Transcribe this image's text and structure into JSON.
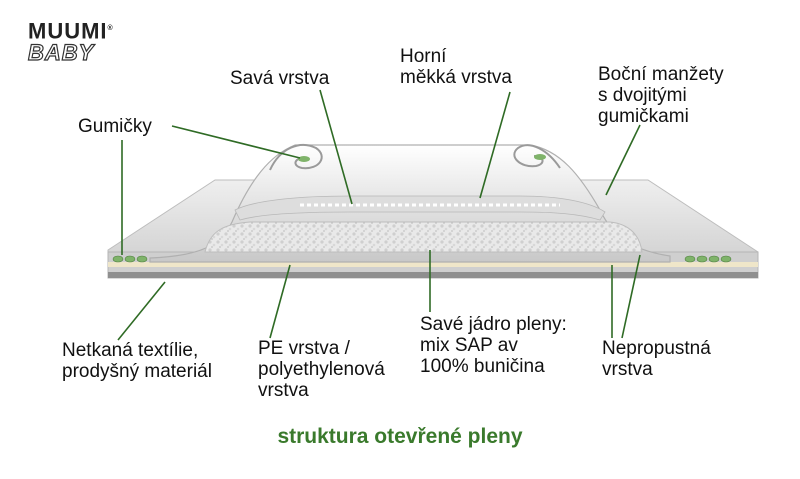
{
  "logo": {
    "line1": "MUUMI",
    "line2": "BABY",
    "mark": "®"
  },
  "labels": {
    "gumicky": "Gumičky",
    "sava_vrstva": "Savá vrstva",
    "horni_mekka": "Horní\nměkká vrstva",
    "bocni_manzety": "Boční manžety\ns dvojitými\ngumičkami",
    "netkana": "Netkaná textílie,\nprodyšný materiál",
    "pe_vrstva": "PE vrstva /\npolyethylenová\nvrstva",
    "save_jadro": "Savé jádro pleny:\nmix SAP av\n100% buničina",
    "nepropustna": "Nepropustná\nvrstva"
  },
  "caption": "struktura otevřené pleny",
  "colors": {
    "caption_green": "#3a7a2c",
    "pointer_green": "#2f6b25",
    "elastic_green": "#7fb36a",
    "diaper_gray": "#d9d9d9"
  }
}
